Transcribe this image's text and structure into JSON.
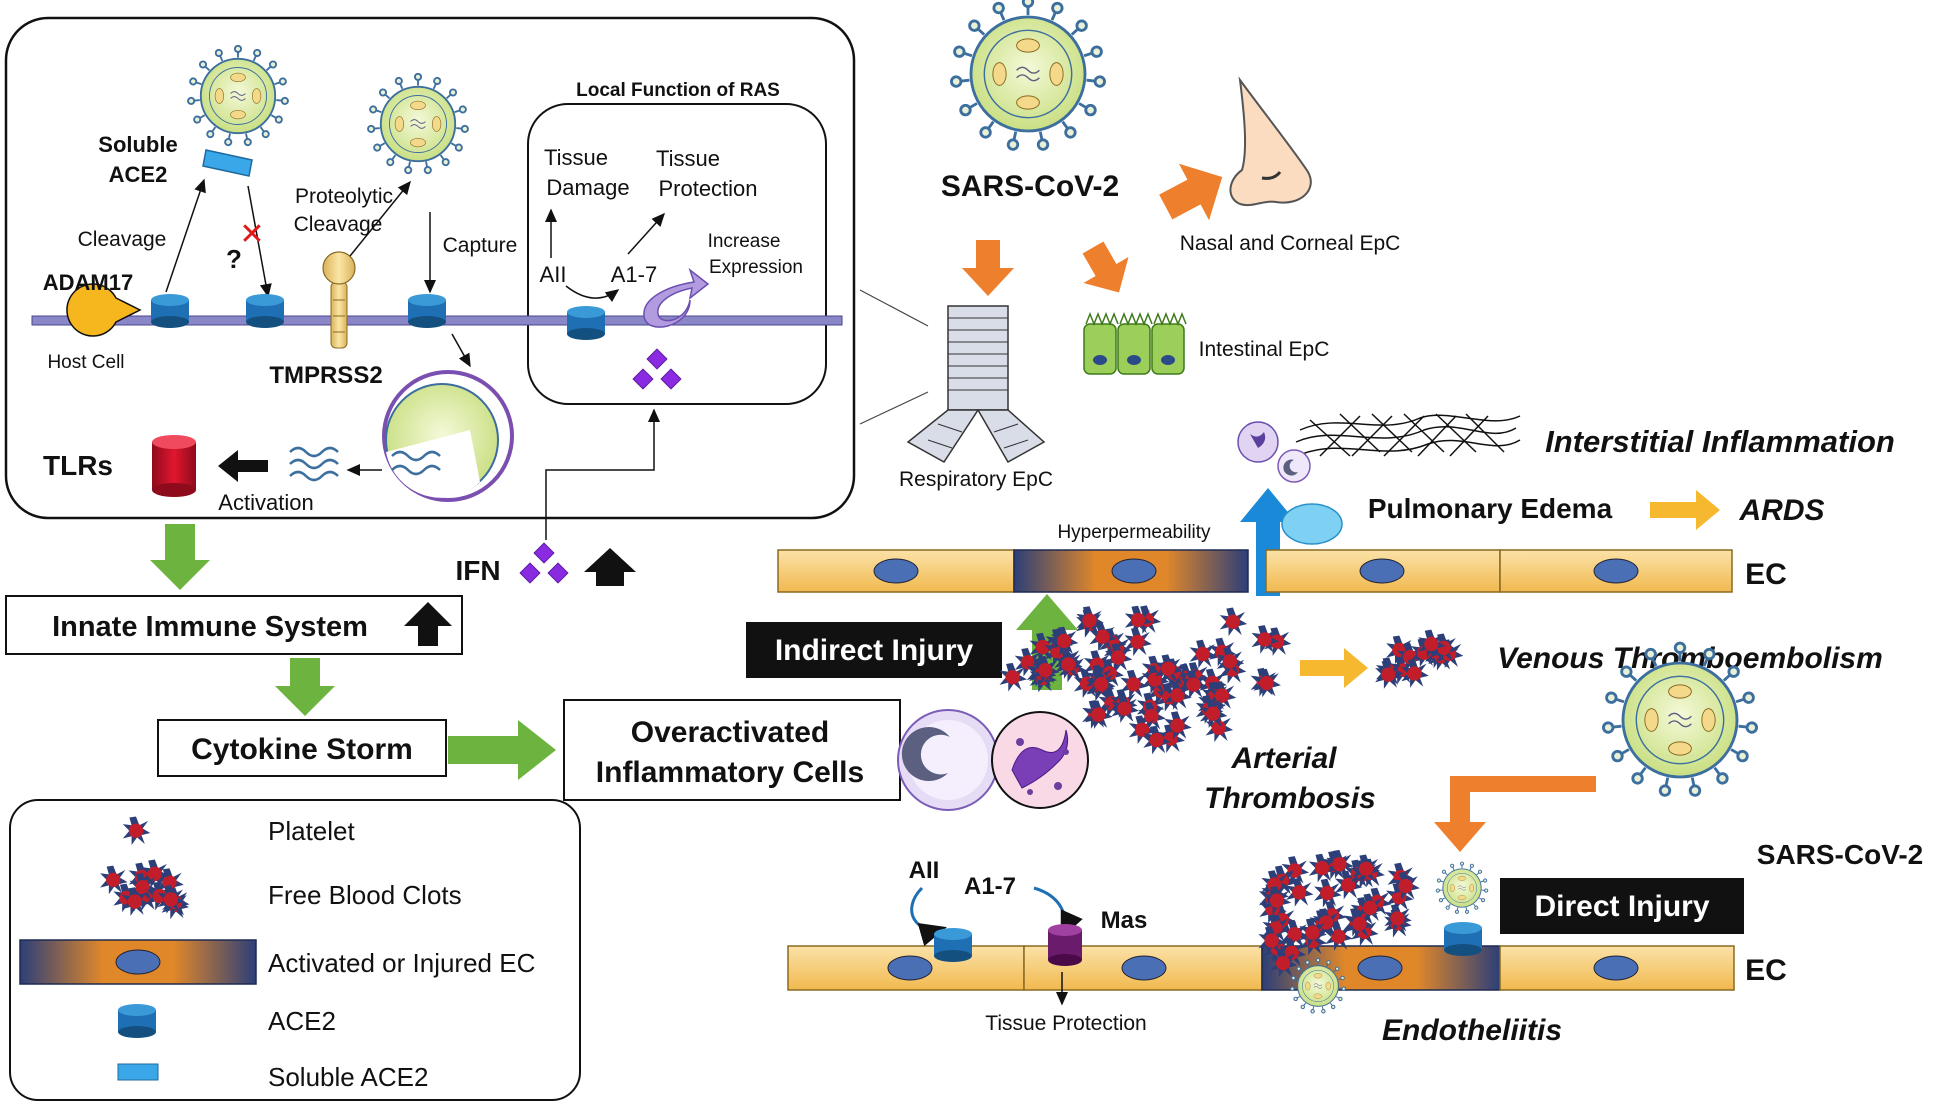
{
  "colors": {
    "membrane": "#8a87c8",
    "ace2": "#1f6fb5",
    "soluble_ace2": "#3aa8e8",
    "virus_body": "#d8eaa0",
    "spike": "#3c6e9e",
    "green_arrow": "#6db33f",
    "orange_arrow": "#ee7f2d",
    "yellow_arrow": "#f5b82e",
    "ec_cell": "#f7cf7a",
    "nucleus": "#4b6fb5",
    "platelet": "#c21d2a",
    "tlr": "#c8102e",
    "ifn_diamond": "#8a2be2",
    "mas": "#6b1b6b"
  },
  "cell_box": {
    "soluble_ace2": "Soluble ACE2",
    "soluble_ace2_l1": "Soluble",
    "soluble_ace2_l2": "ACE2",
    "cleavage": "Cleavage",
    "question": "?",
    "adam17": "ADAM17",
    "host_cell": "Host Cell",
    "proteolytic_l1": "Proteolytic",
    "proteolytic_l2": "Cleavage",
    "capture": "Capture",
    "tmprss2": "TMPRSS2",
    "tlrs": "TLRs",
    "activation": "Activation"
  },
  "ras_box": {
    "title": "Local Function of RAS",
    "tissue_damage_l1": "Tissue",
    "tissue_damage_l2": "Damage",
    "tissue_protection_l1": "Tissue",
    "tissue_protection_l2": "Protection",
    "increase_l1": "Increase",
    "increase_l2": "Expression",
    "aii": "AII",
    "a17": "A1-7"
  },
  "flow": {
    "ifn": "IFN",
    "innate": "Innate Immune System",
    "cytokine": "Cytokine Storm",
    "overactivated_l1": "Overactivated",
    "overactivated_l2": "Inflammatory Cells",
    "indirect": "Indirect Injury",
    "direct": "Direct Injury"
  },
  "right": {
    "sars_top": "SARS-CoV-2",
    "nasal": "Nasal and Corneal EpC",
    "intestinal": "Intestinal EpC",
    "respiratory": "Respiratory EpC",
    "interstitial": "Interstitial Inflammation",
    "pulmonary": "Pulmonary Edema",
    "ards": "ARDS",
    "hyperpermeability": "Hyperpermeability",
    "ec_top": "EC",
    "venous": "Venous Thromboembolism",
    "arterial_l1": "Arterial",
    "arterial_l2": "Thrombosis",
    "sars_bottom": "SARS-CoV-2",
    "aii": "AII",
    "a17": "A1-7",
    "mas": "Mas",
    "tissue_protection": "Tissue Protection",
    "endotheliitis": "Endotheliitis",
    "ec_bottom": "EC"
  },
  "legend": {
    "platelet": "Platelet",
    "clots": "Free Blood Clots",
    "activated": "Activated or Injured EC",
    "ace2": "ACE2",
    "soluble": "Soluble ACE2"
  }
}
